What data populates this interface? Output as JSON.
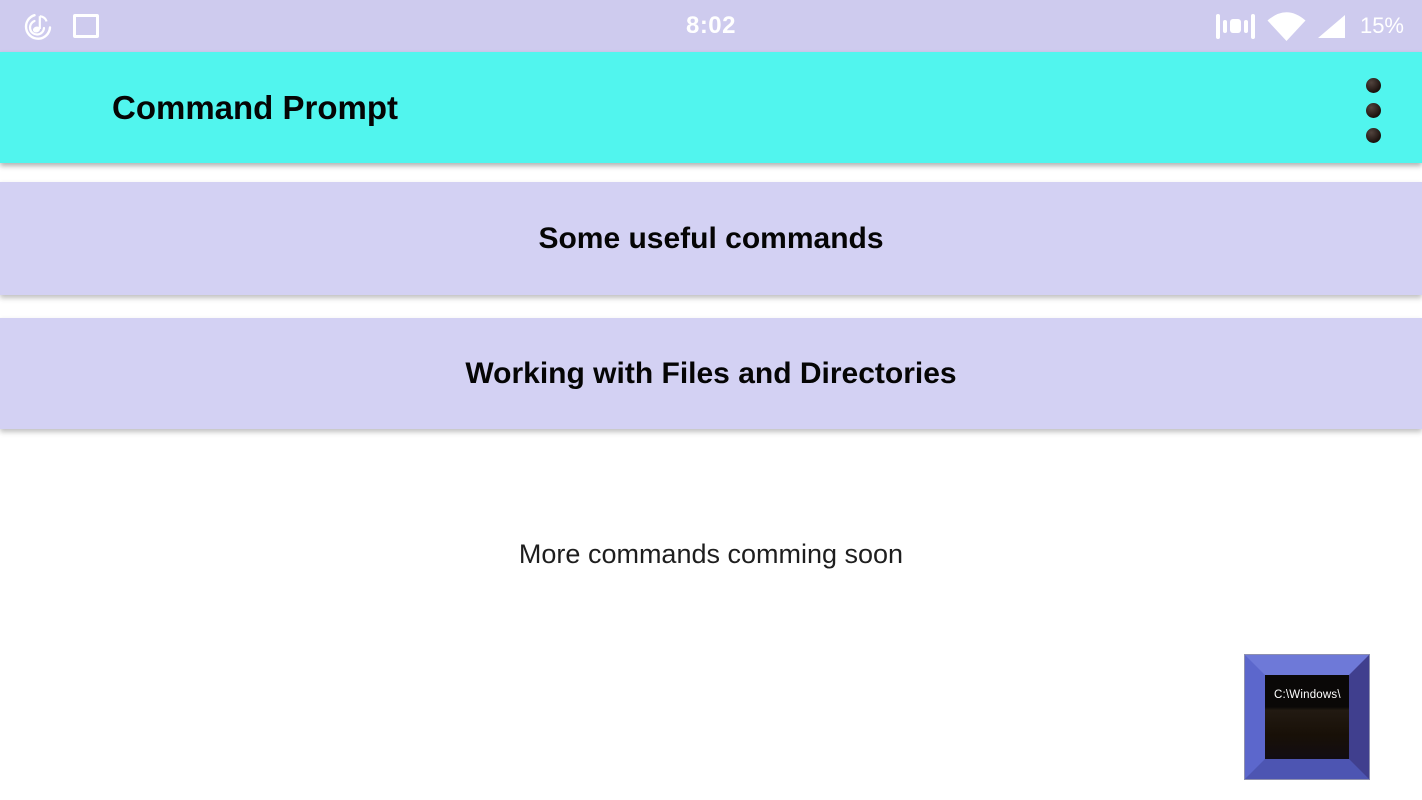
{
  "status_bar": {
    "time": "8:02",
    "battery_percent": "15%",
    "icons": {
      "left": [
        "music-note-swirl",
        "square-outline"
      ],
      "right": [
        "vibrate",
        "wifi",
        "cellular-signal"
      ]
    }
  },
  "app_bar": {
    "title": "Command Prompt",
    "overflow_menu": "more-options"
  },
  "menu": {
    "items": [
      {
        "label": "Some useful commands"
      },
      {
        "label": "Working with Files and Directories"
      }
    ]
  },
  "content": {
    "note": "More commands comming soon"
  },
  "thumbnail": {
    "screen_text": "C:\\Windows\\"
  },
  "colors": {
    "status_bar_bg": "#cecbee",
    "app_bar_bg": "#51f5ee",
    "menu_item_bg": "#d3d1f3",
    "page_bg": "#ffffff",
    "text": "#050505",
    "status_icons": "#ffffff",
    "thumb_frame_blue": "#5c67cc",
    "thumb_screen_bg": "#0b0908"
  }
}
